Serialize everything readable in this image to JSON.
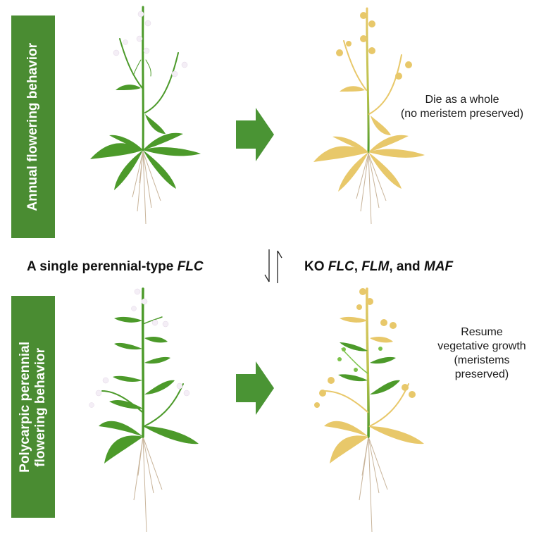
{
  "panels": {
    "annual": {
      "label": "Annual flowering behavior",
      "outcome_lines": [
        "Die as a whole",
        "(no meristem preserved)"
      ]
    },
    "perennial": {
      "label_lines": [
        "Polycarpic perennial",
        "flowering behavior"
      ],
      "outcome_lines": [
        "Resume",
        "vegetative growth",
        "(meristems preserved)"
      ]
    }
  },
  "transition": {
    "left": {
      "prefix": "A single perennial-type ",
      "gene": "FLC"
    },
    "right": {
      "prefix": "KO ",
      "gene1": "FLC",
      "sep1": ", ",
      "gene2": "FLM",
      "sep2": ", and ",
      "gene3": "MAF"
    },
    "icon": "reversible-arrows-icon"
  },
  "colors": {
    "label_green": "#4a8c32",
    "arrow_green": "#4a9434",
    "leaf_green": "#4c9a2a",
    "senesced_yellow": "#e8c86a",
    "root_tan": "#c8b49a",
    "flower_white": "#f4eef6"
  }
}
